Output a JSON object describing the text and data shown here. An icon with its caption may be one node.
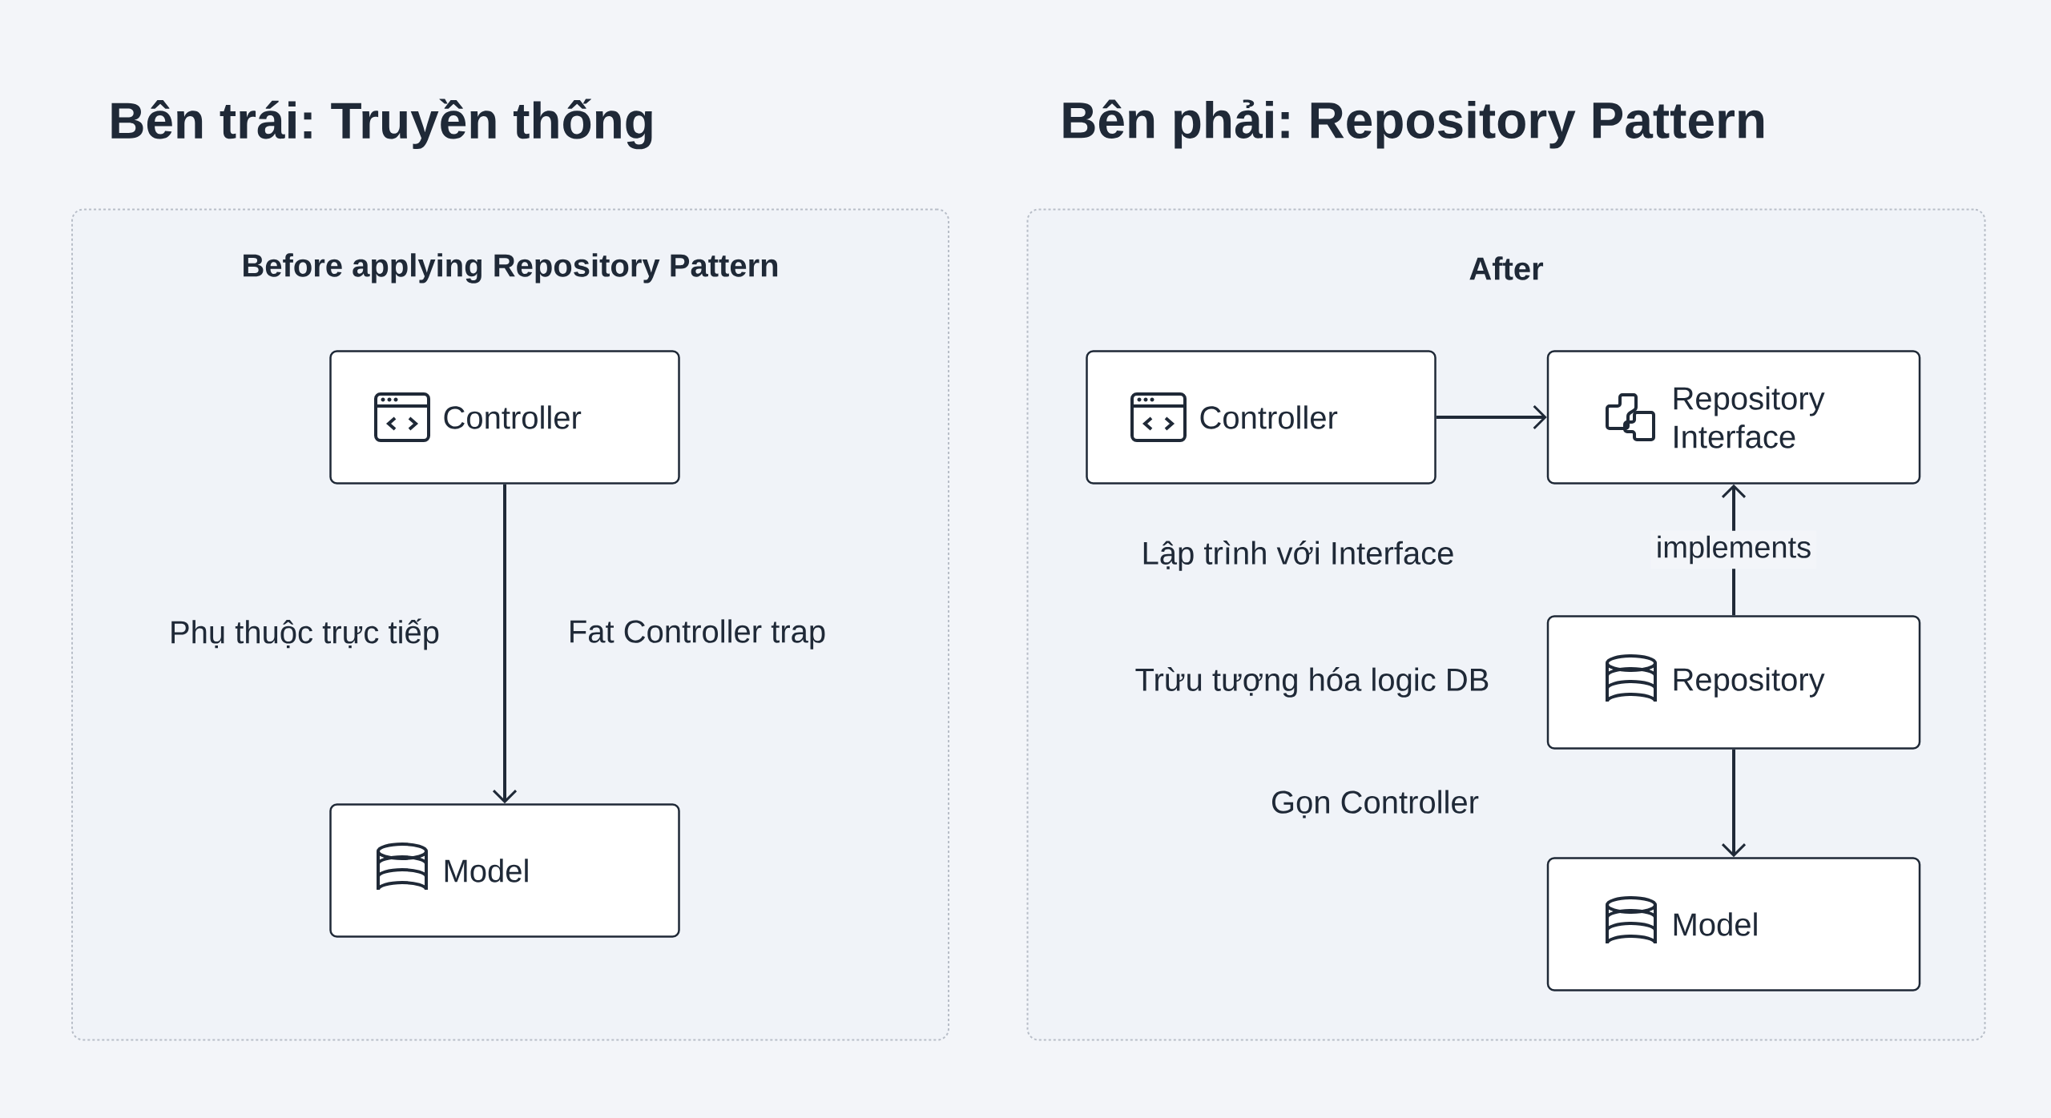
{
  "diagram": {
    "nodes": [
      {
        "text": [
          "Bên trái: Truyền thống",
          "Before applying Repository Pattern"
        ]
      },
      {
        "text": [
          "Controller"
        ],
        "in": 0
      },
      {
        "text": [
          "Model"
        ],
        "in": 0
      },
      {
        "text": [
          "Bên phải: Repository Pattern",
          "After"
        ]
      },
      {
        "text": [
          "Controller"
        ],
        "in": 3
      },
      {
        "text": [
          "Repository Interface"
        ],
        "in": 3
      },
      {
        "text": [
          "Repository"
        ],
        "in": 3
      },
      {
        "text": [
          "Model"
        ],
        "in": 3
      }
    ],
    "edges": [
      {
        "from": 1,
        "to": 2,
        "arrow": "to"
      },
      {
        "from": 4,
        "to": 5,
        "arrow": "to"
      },
      {
        "from": 6,
        "to": 5,
        "arrow": "to",
        "label": "implements"
      },
      {
        "from": 6,
        "to": 7,
        "arrow": "to"
      }
    ],
    "labels": [
      "Phụ thuộc trực tiếp",
      "Fat Controller trap",
      "Lập trình với Interface",
      "Trừu tượng hóa logic DB",
      "Gọn Controller"
    ]
  }
}
